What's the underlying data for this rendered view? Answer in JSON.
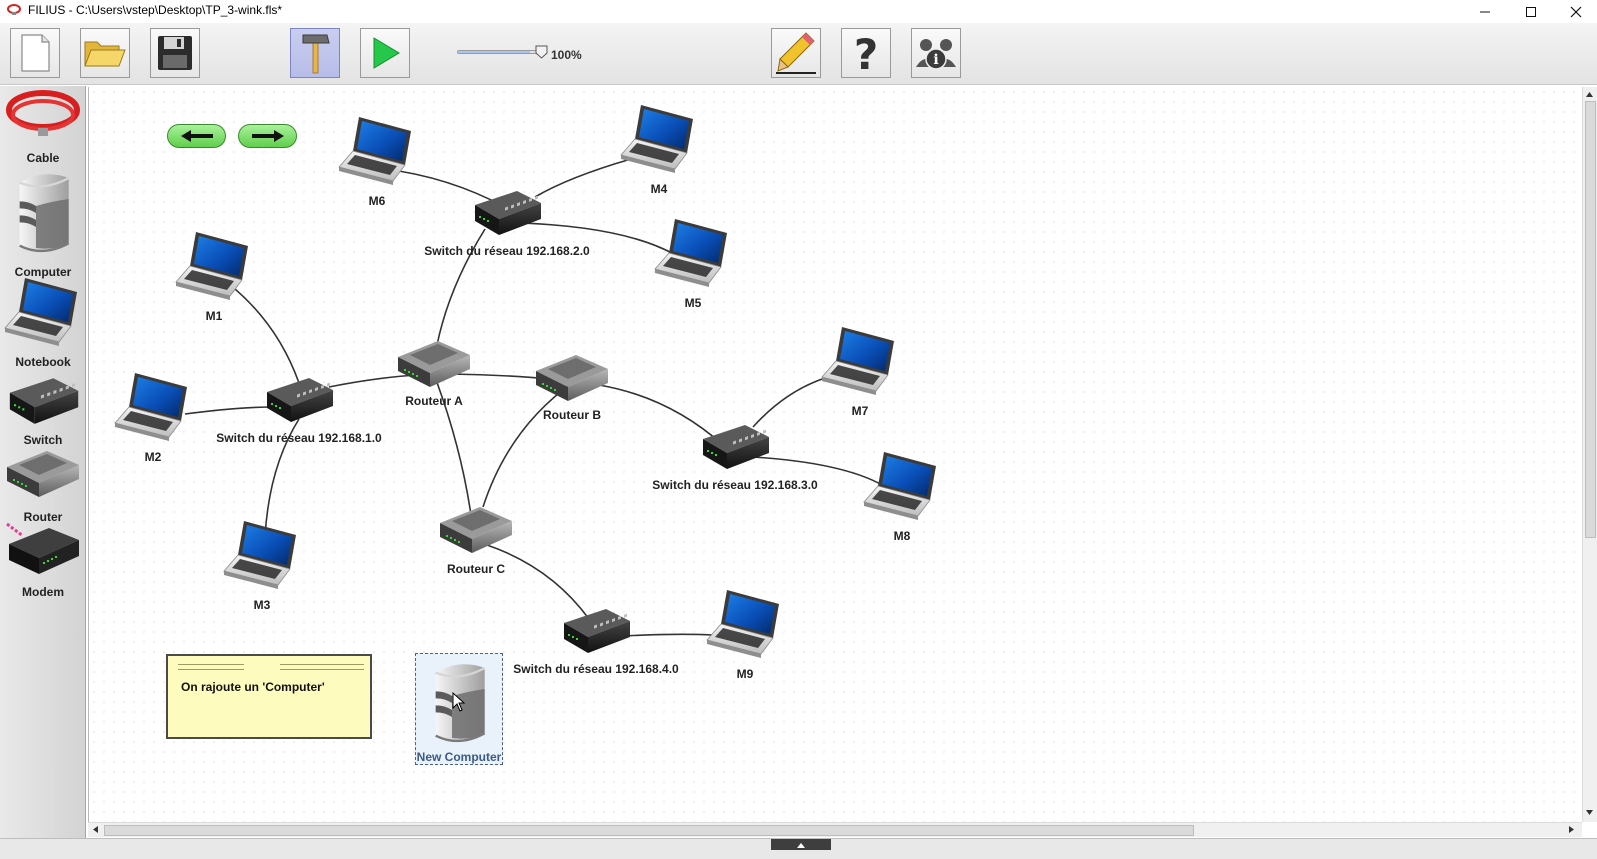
{
  "window": {
    "title": "FILIUS - C:\\Users\\vstep\\Desktop\\TP_3-wink.fls*",
    "minimize_icon": "minimize-icon",
    "maximize_icon": "maximize-icon",
    "close_icon": "close-icon"
  },
  "toolbar": {
    "new_icon": "new-file-icon",
    "open_icon": "open-folder-icon",
    "save_icon": "save-disk-icon",
    "design_mode_icon": "hammer-icon",
    "simulation_mode_icon": "play-icon",
    "zoom_level": "100%",
    "zoom_fraction": 0.85,
    "documentation_icon": "pencil-icon",
    "help_icon": "help-icon",
    "info_icon": "info-users-icon"
  },
  "palette": {
    "cable": "Cable",
    "computer": "Computer",
    "notebook": "Notebook",
    "switch": "Switch",
    "router": "Router",
    "modem": "Modem"
  },
  "nav": {
    "back_icon": "arrow-left-icon",
    "forward_icon": "arrow-right-icon"
  },
  "network": {
    "m6": "M6",
    "m4": "M4",
    "m5": "M5",
    "m1": "M1",
    "m2": "M2",
    "m3": "M3",
    "m7": "M7",
    "m8": "M8",
    "m9": "M9",
    "switch_2": "Switch du réseau 192.168.2.0",
    "switch_1": "Switch du réseau 192.168.1.0",
    "switch_3": "Switch du réseau 192.168.3.0",
    "switch_4": "Switch du réseau 192.168.4.0",
    "router_a": "Routeur A",
    "router_b": "Routeur B",
    "router_c": "Routeur C"
  },
  "note": {
    "text": "On rajoute un 'Computer'"
  },
  "new_computer": {
    "label": "New Computer"
  },
  "colors": {
    "cable_red": "#d81f1f",
    "play_green": "#25c84a",
    "active_tool": "#c3c8ef",
    "note_yellow": "#fdfcbe"
  }
}
